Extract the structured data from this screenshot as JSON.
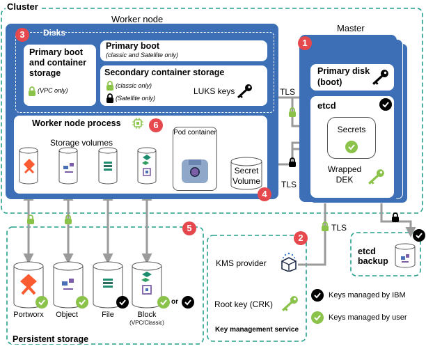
{
  "cluster_label": "Cluster",
  "worker_node": {
    "title": "Worker node",
    "disks": {
      "badge": "3",
      "title": "Disks",
      "primary_boot_container": {
        "title": "Primary boot and container storage",
        "note": "(VPC only)"
      },
      "primary_boot": {
        "title": "Primary boot",
        "note": "(classic and Satellite only)"
      },
      "secondary_storage": {
        "title": "Secondary container storage",
        "note_classic": "(classic only)",
        "note_satellite": "(Satellite only)"
      },
      "luks_keys": "LUKS keys"
    },
    "process": {
      "title": "Worker node process",
      "badge": "6",
      "storage_volumes": "Storage volumes",
      "pod_container": "Pod container",
      "secret_volume": "Secret Volume",
      "secret_volume_badge": "4"
    }
  },
  "master": {
    "title": "Master",
    "badge": "1",
    "primary_disk": "Primary disk (boot)",
    "etcd": "etcd",
    "secrets": "Secrets",
    "wrapped_dek": "Wrapped DEK"
  },
  "connections": {
    "tls_top": "TLS",
    "tls_mid": "TLS",
    "tls_kms": "TLS"
  },
  "persistent_storage": {
    "title": "Persistent storage",
    "badge": "5",
    "items": [
      "Portworx",
      "Object",
      "File",
      "Block"
    ],
    "block_note": "(VPC/Classic)",
    "or_text": "or"
  },
  "key_management": {
    "title": "Key management service",
    "badge": "2",
    "kms_provider": "KMS provider",
    "root_key": "Root key (CRK)"
  },
  "etcd_backup": "etcd backup",
  "legend": {
    "ibm": "Keys managed by IBM",
    "user": "Keys managed by user"
  },
  "colors": {
    "blue": "#3c6fb6",
    "teal": "#22a08c",
    "red": "#e5484d",
    "green": "#8bc34a",
    "orange": "#fa5b30"
  }
}
